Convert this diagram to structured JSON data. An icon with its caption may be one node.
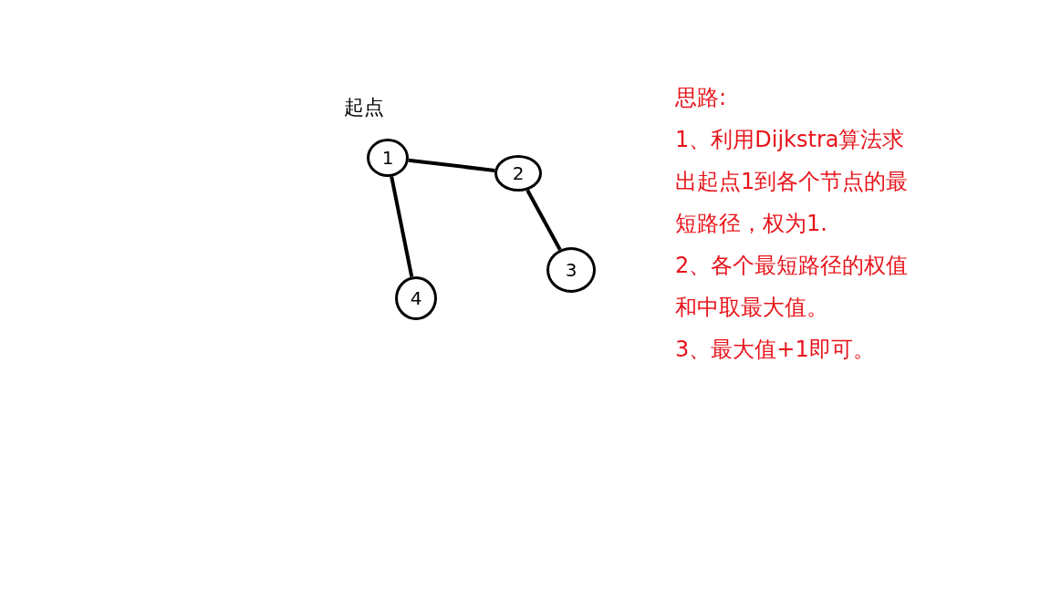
{
  "diagram": {
    "nodes": [
      {
        "text": [
          "1"
        ],
        "beside": [
          "起点"
        ]
      },
      {
        "text": [
          "2"
        ]
      },
      {
        "text": [
          "3"
        ]
      },
      {
        "text": [
          "4"
        ]
      }
    ],
    "edges": [
      {
        "from": 0,
        "to": 1,
        "arrow": "none"
      },
      {
        "from": 1,
        "to": 2,
        "arrow": "none"
      },
      {
        "from": 0,
        "to": 3,
        "arrow": "none"
      }
    ],
    "labels": [
      "思路:",
      "1、利用Dijkstra算法求出起点1到各个节点的最短路径，权为1.",
      "2、各个最短路径的权值和中取最大值。",
      "3、最大值+1即可。"
    ]
  }
}
